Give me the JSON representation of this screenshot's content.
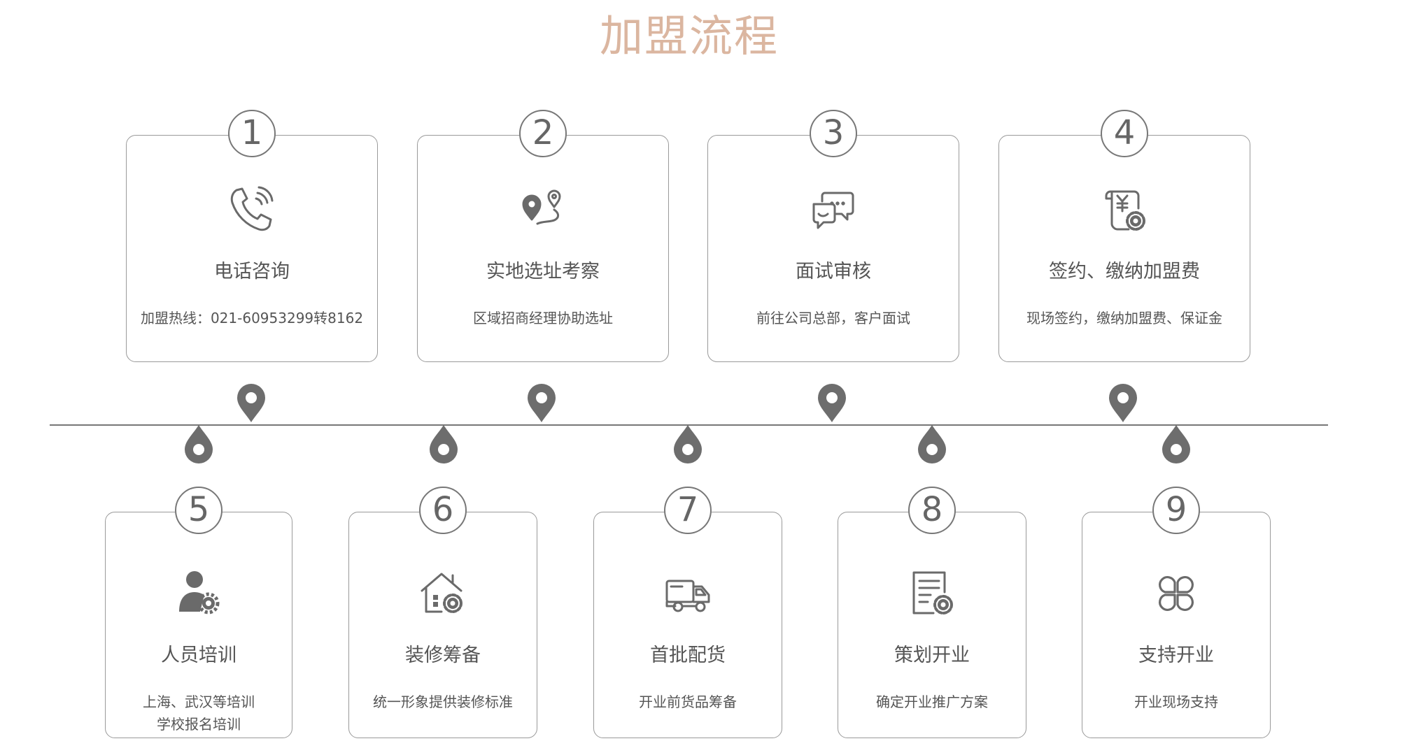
{
  "title": "加盟流程",
  "accent_color": "#dbb6a0",
  "line_color": "#777777",
  "steps": [
    {
      "num": "1",
      "icon": "phone-call-icon",
      "title": "电话咨询",
      "desc": "加盟热线：021-60953299转8162"
    },
    {
      "num": "2",
      "icon": "location-route-icon",
      "title": "实地选址考察",
      "desc": "区域招商经理协助选址"
    },
    {
      "num": "3",
      "icon": "chat-bubbles-icon",
      "title": "面试审核",
      "desc": "前往公司总部，客户面试"
    },
    {
      "num": "4",
      "icon": "yuan-contract-gear-icon",
      "title": "签约、缴纳加盟费",
      "desc": "现场签约，缴纳加盟费、保证金"
    },
    {
      "num": "5",
      "icon": "user-gear-icon",
      "title": "人员培训",
      "desc_line1": "上海、武汉等培训",
      "desc_line2": "学校报名培训"
    },
    {
      "num": "6",
      "icon": "house-gear-icon",
      "title": "装修筹备",
      "desc": "统一形象提供装修标准"
    },
    {
      "num": "7",
      "icon": "delivery-truck-icon",
      "title": "首批配货",
      "desc": "开业前货品筹备"
    },
    {
      "num": "8",
      "icon": "document-gear-icon",
      "title": "策划开业",
      "desc": "确定开业推广方案"
    },
    {
      "num": "9",
      "icon": "clover-icon",
      "title": "支持开业",
      "desc": "开业现场支持"
    }
  ]
}
